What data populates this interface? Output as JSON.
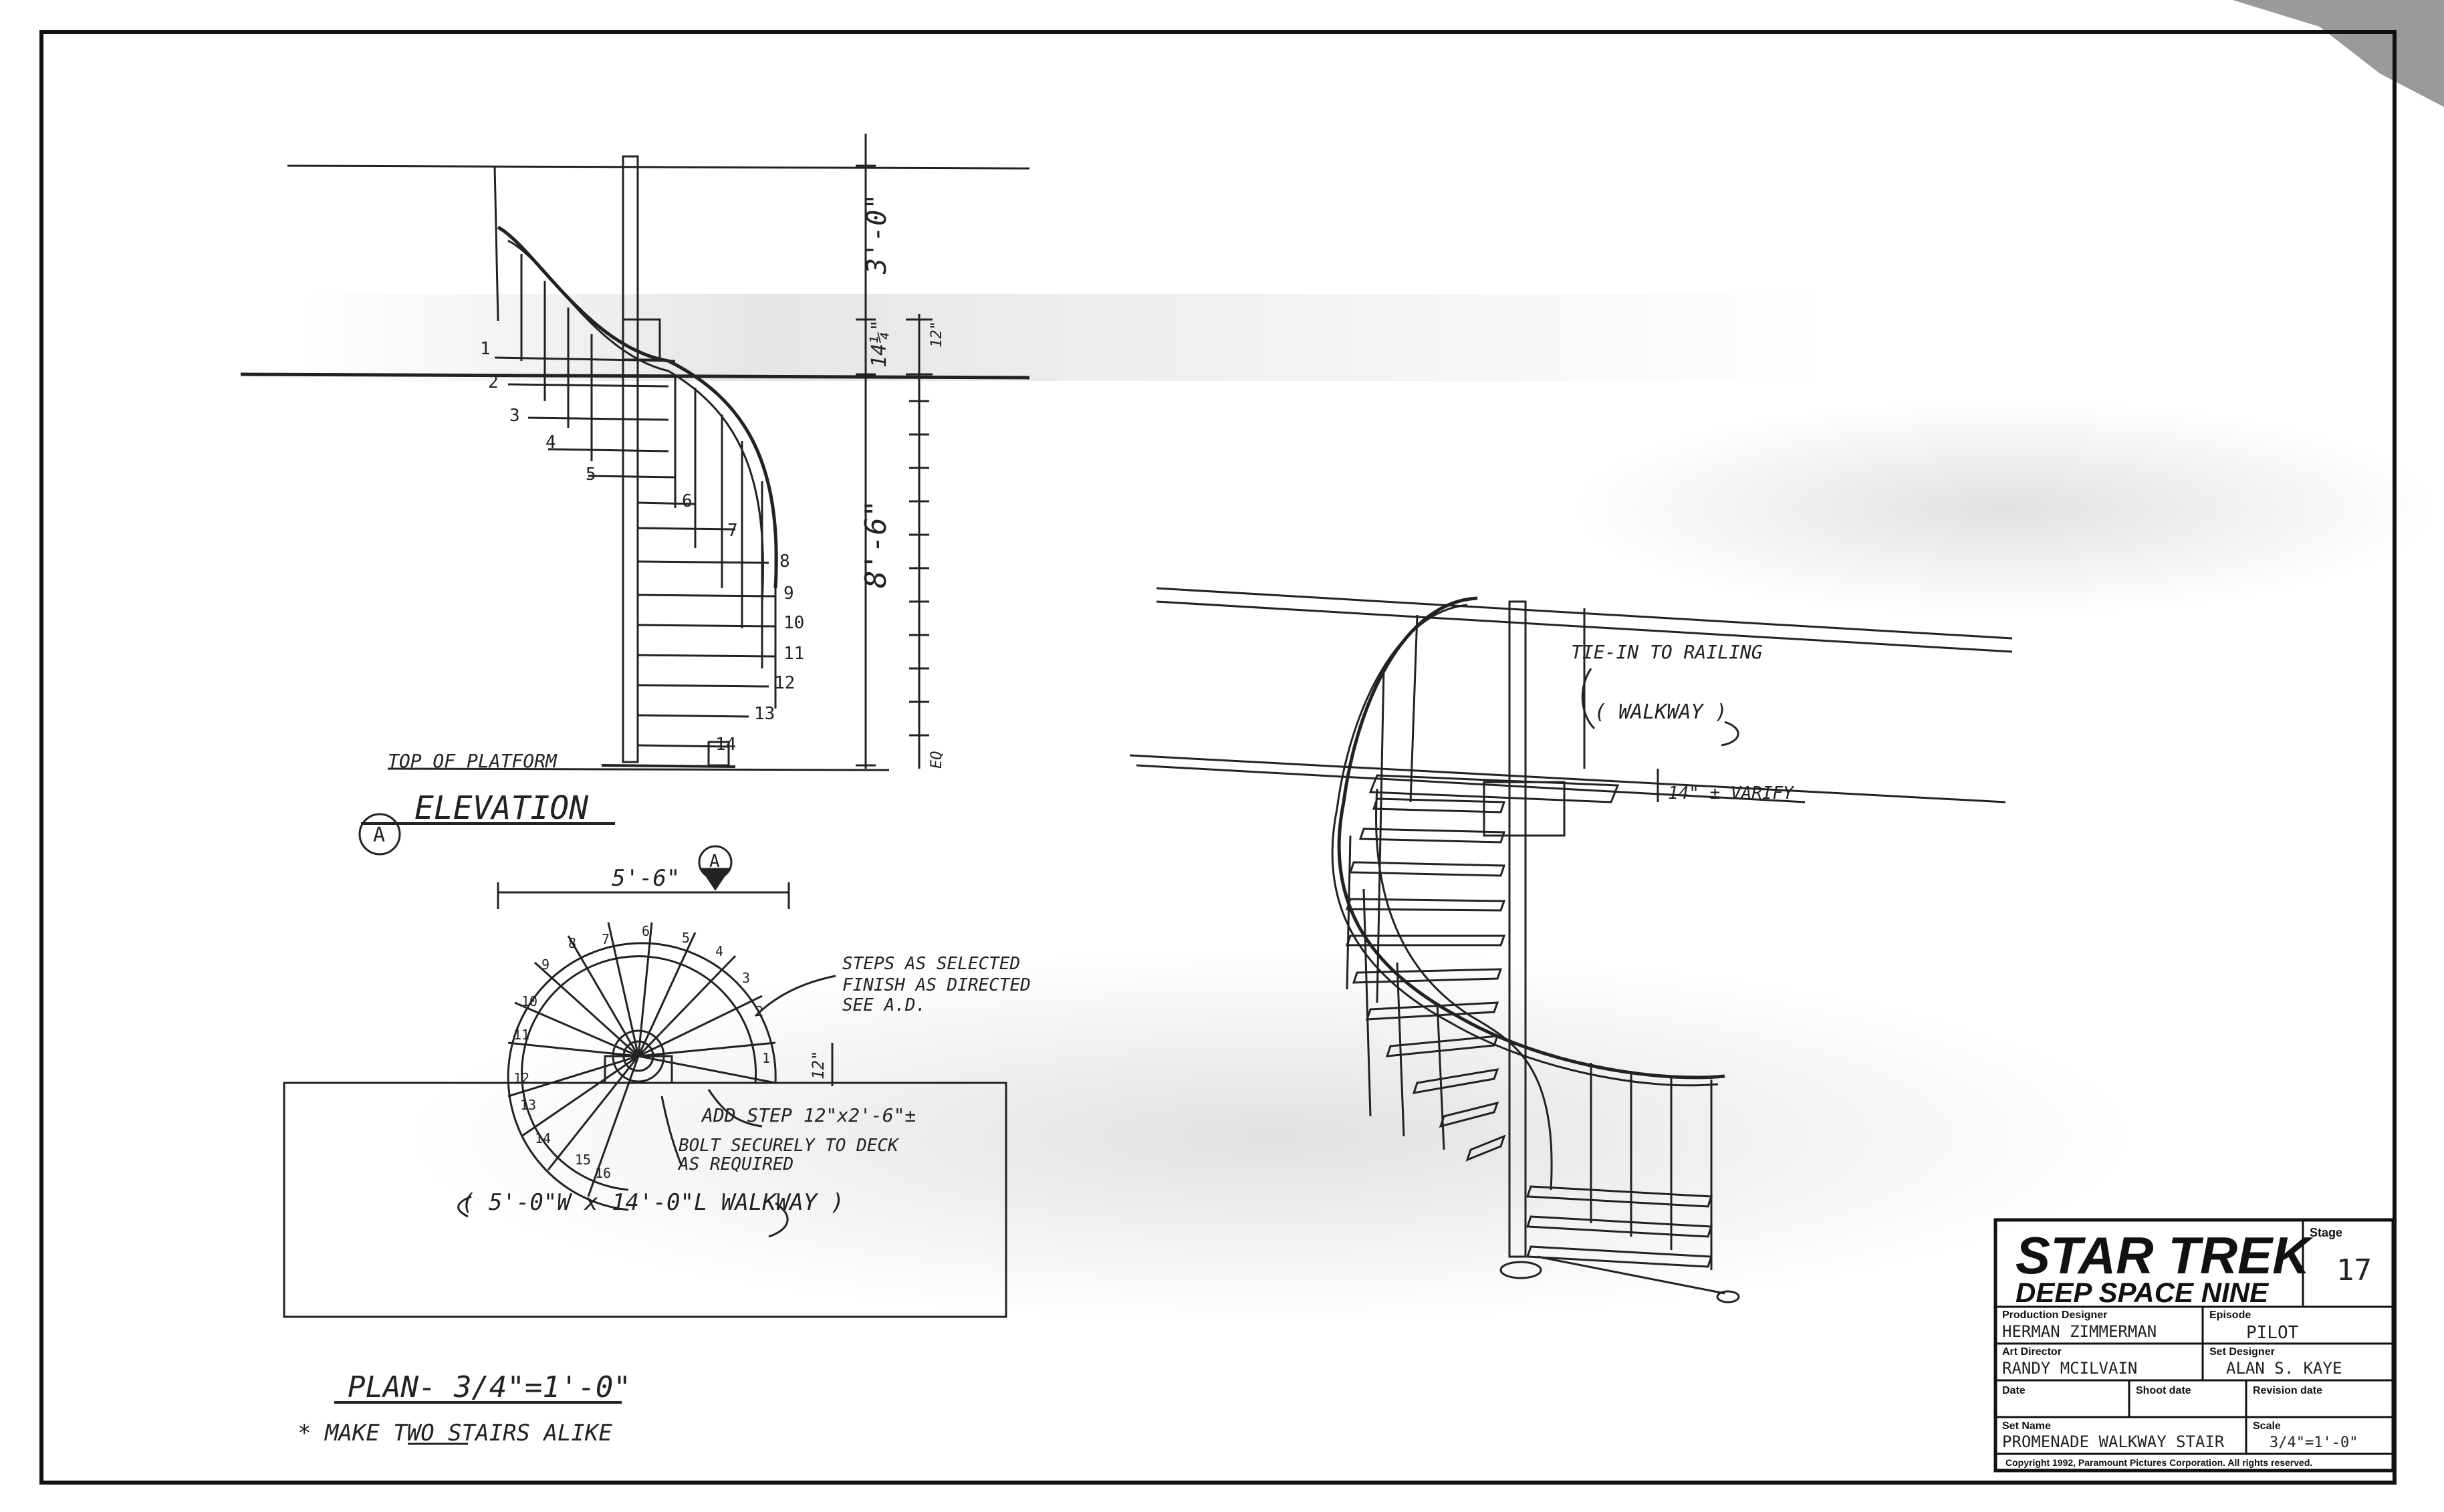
{
  "elevation": {
    "label_marker": "A",
    "title": "ELEVATION",
    "top_of_platform": "TOP OF PLATFORM",
    "dim_top": "3'-0\"",
    "dim_mid": "14¼\"",
    "dim_main": "8'-6\"",
    "dim_small_a": "12\"",
    "dim_small_b": "EQ",
    "step_numbers": [
      "1",
      "2",
      "3",
      "4",
      "5",
      "6",
      "7",
      "8",
      "9",
      "10",
      "11",
      "12",
      "13",
      "14"
    ]
  },
  "plan": {
    "marker": "A",
    "width_dim": "5'-6\"",
    "rise_dim": "12\"",
    "note_steps": [
      "STEPS AS SELECTED",
      "FINISH AS DIRECTED",
      "SEE A.D."
    ],
    "note_add_step": "ADD STEP 12\"x2'-6\"±",
    "note_bolt": [
      "BOLT SECURELY TO DECK",
      "AS REQUIRED"
    ],
    "walkway": "( 5'-0\"W x 14'-0\"L WALKWAY )",
    "title": "PLAN- 3/4\"=1'-0\"",
    "note_make": "* MAKE TWO STAIRS ALIKE",
    "step_numbers": [
      "1",
      "2",
      "3",
      "4",
      "5",
      "6",
      "7",
      "8",
      "9",
      "10",
      "11",
      "12",
      "13",
      "14",
      "15",
      "16"
    ]
  },
  "perspective": {
    "note_tie": "TIE-IN TO RAILING",
    "note_walkway": "( WALKWAY )",
    "note_height": "14\" ± VARIFY"
  },
  "title_block": {
    "logo_line1": "STAR TREK",
    "logo_line2": "DEEP SPACE NINE",
    "stage_label": "Stage",
    "stage_value": "17",
    "production_designer_label": "Production Designer",
    "production_designer_value": "HERMAN ZIMMERMAN",
    "episode_label": "Episode",
    "episode_value": "PILOT",
    "art_director_label": "Art Director",
    "art_director_value": "RANDY MCILVAIN",
    "set_designer_label": "Set Designer",
    "set_designer_value": "ALAN S. KAYE",
    "date_label": "Date",
    "date_value": "",
    "shoot_date_label": "Shoot date",
    "shoot_date_value": "",
    "revision_label": "Revision date",
    "revision_value": "",
    "set_name_label": "Set Name",
    "set_name_value": "PROMENADE WALKWAY STAIR",
    "scale_label": "Scale",
    "scale_value": "3/4\"=1'-0\"",
    "copyright": "Copyright 1992, Paramount Pictures Corporation. All rights reserved."
  }
}
